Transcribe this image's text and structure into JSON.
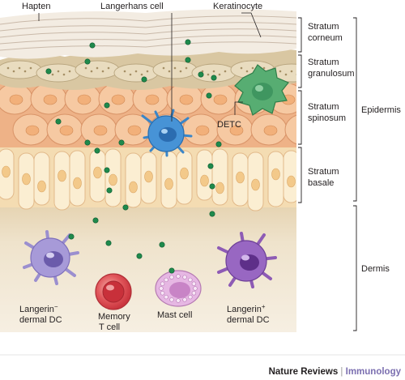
{
  "top_labels": {
    "hapten": "Hapten",
    "langerhans": "Langerhans cell",
    "keratinocyte": "Keratinocyte"
  },
  "layers": {
    "corneum": [
      "Stratum",
      "corneum"
    ],
    "granulosum": [
      "Stratum",
      "granulosum"
    ],
    "spinosum": [
      "Stratum",
      "spinosum"
    ],
    "basale": [
      "Stratum",
      "basale"
    ]
  },
  "regions": {
    "epidermis": "Epidermis",
    "dermis": "Dermis"
  },
  "cells": {
    "detc": "DETC",
    "langerin_neg": {
      "line1": "Langerin",
      "sup": "−",
      "line2": "dermal DC"
    },
    "memory_t": [
      "Memory",
      "T cell"
    ],
    "mast": "Mast cell",
    "langerin_pos": {
      "line1": "Langerin",
      "sup": "+",
      "line2": "dermal DC"
    }
  },
  "footer": {
    "journal": "Nature Reviews",
    "separator": " | ",
    "section": "Immunology"
  },
  "colors": {
    "hapten": "#1f8a4c",
    "langerhans": "#3a86c8",
    "detc": "#4aa56a",
    "spinosum": "#f4c49c",
    "basale": "#f9e6c0",
    "granulosum": "#e9dfc4",
    "dermis": "#eadcc2",
    "langerin_neg_dc": "#9b8fcf",
    "langerin_pos_dc": "#8e5bb5",
    "memory_t": "#d8424a",
    "mast": "#dba6d8",
    "journal": "#231f20",
    "section": "#7b6fb0"
  }
}
